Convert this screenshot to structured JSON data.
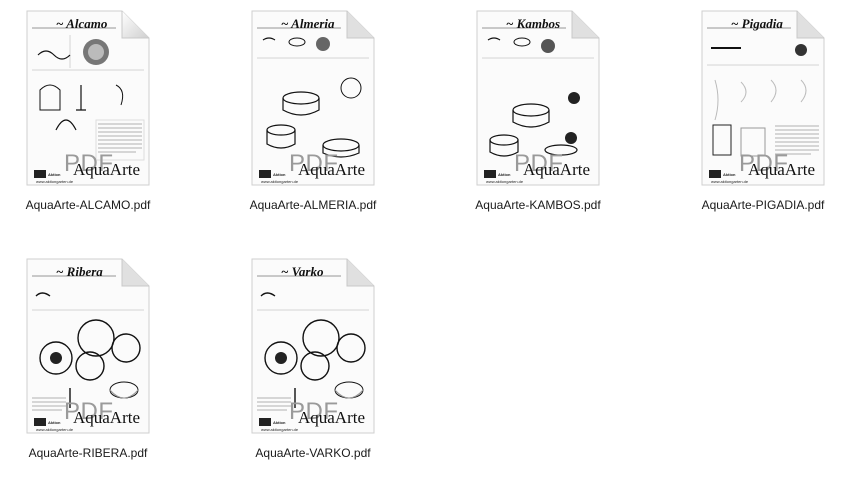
{
  "files": [
    {
      "name": "AquaArte-ALCAMO.pdf",
      "thumb_title": "~ Alcamo",
      "badge": "PDF",
      "brand": "AquaArte",
      "website": "www.aktiongarten.de"
    },
    {
      "name": "AquaArte-ALMERIA.pdf",
      "thumb_title": "~ Almeria",
      "badge": "PDF",
      "brand": "AquaArte",
      "website": "www.aktiongarten.de"
    },
    {
      "name": "AquaArte-KAMBOS.pdf",
      "thumb_title": "~ Kambos",
      "badge": "PDF",
      "brand": "AquaArte",
      "website": "www.aktiongarten.de"
    },
    {
      "name": "AquaArte-PIGADIA.pdf",
      "thumb_title": "~ Pigadia",
      "badge": "PDF",
      "brand": "AquaArte",
      "website": "www.aktiongarten.de"
    },
    {
      "name": "AquaArte-RIBERA.pdf",
      "thumb_title": "~ Ribera",
      "badge": "PDF",
      "brand": "AquaArte",
      "website": "www.aktiongarten.de"
    },
    {
      "name": "AquaArte-VARKO.pdf",
      "thumb_title": "~ Varko",
      "badge": "PDF",
      "brand": "AquaArte",
      "website": "www.aktiongarten.de"
    }
  ],
  "small_brand": "Aktion",
  "colors": {
    "page_bg": "#ffffff",
    "label_text": "#1a1a1a",
    "badge_gray": "#9a9a9a"
  },
  "icons": {
    "file": "pdf-document-icon"
  }
}
